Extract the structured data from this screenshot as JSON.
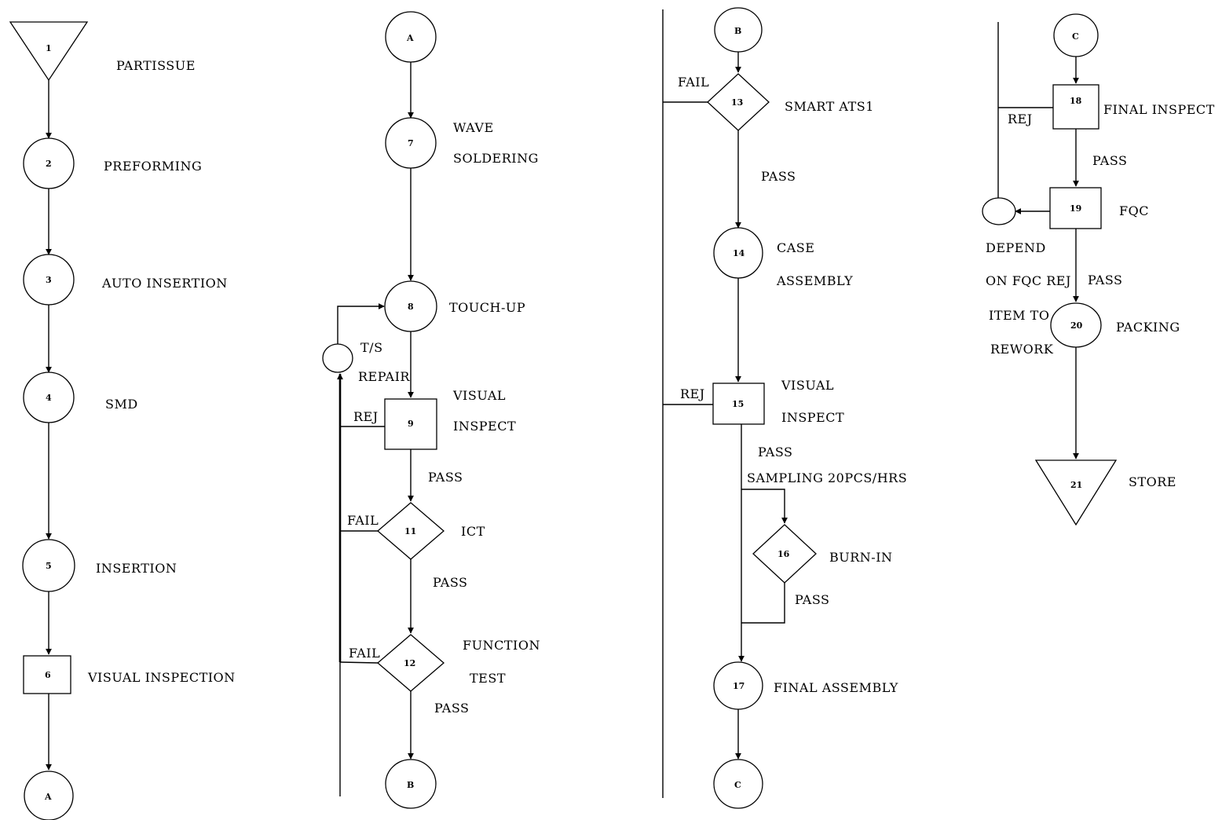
{
  "nodes": {
    "n1": "1",
    "n2": "2",
    "n3": "3",
    "n4": "4",
    "n5": "5",
    "n6": "6",
    "n7": "7",
    "n8": "8",
    "n9": "9",
    "n11": "11",
    "n12": "12",
    "n13": "13",
    "n14": "14",
    "n15": "15",
    "n16": "16",
    "n17": "17",
    "n18": "18",
    "n19": "19",
    "n20": "20",
    "n21": "21"
  },
  "connectors": {
    "a": "A",
    "b": "B",
    "c": "C"
  },
  "steps": {
    "part_issue": "PARTISSUE",
    "preforming": "PREFORMING",
    "auto_insertion": "AUTO INSERTION",
    "smd": "SMD",
    "insertion": "INSERTION",
    "visual_inspection": "VISUAL INSPECTION",
    "wave": "WAVE",
    "soldering": "SOLDERING",
    "touch_up": "TOUCH-UP",
    "ts": "T/S",
    "repair": "REPAIR",
    "visual_9": "VISUAL",
    "inspect_9": "INSPECT",
    "ict": "ICT",
    "function": "FUNCTION",
    "test": "TEST",
    "smart_ats1": "SMART ATS1",
    "case": "CASE",
    "assembly": "ASSEMBLY",
    "visual_15": "VISUAL",
    "inspect_15": "INSPECT",
    "burn_in": "BURN-IN",
    "final_assembly": "FINAL ASSEMBLY",
    "final_inspect": "FINAL INSPECT",
    "fqc": "FQC",
    "packing": "PACKING",
    "store": "STORE"
  },
  "flow_labels": {
    "rej_9": "REJ",
    "pass_9": "PASS",
    "fail_11": "FAIL",
    "pass_11": "PASS",
    "fail_12": "FAIL",
    "pass_12": "PASS",
    "fail_13": "FAIL",
    "pass_13": "PASS",
    "rej_15": "REJ",
    "pass_15": "PASS",
    "sampling": "SAMPLING 20PCS/HRS",
    "pass_16": "PASS",
    "rej_18": "REJ",
    "pass_18": "PASS",
    "pass_19": "PASS"
  },
  "notes": {
    "line1": "DEPEND",
    "line2": "ON FQC REJ",
    "line3": "ITEM TO",
    "line4": "REWORK"
  }
}
